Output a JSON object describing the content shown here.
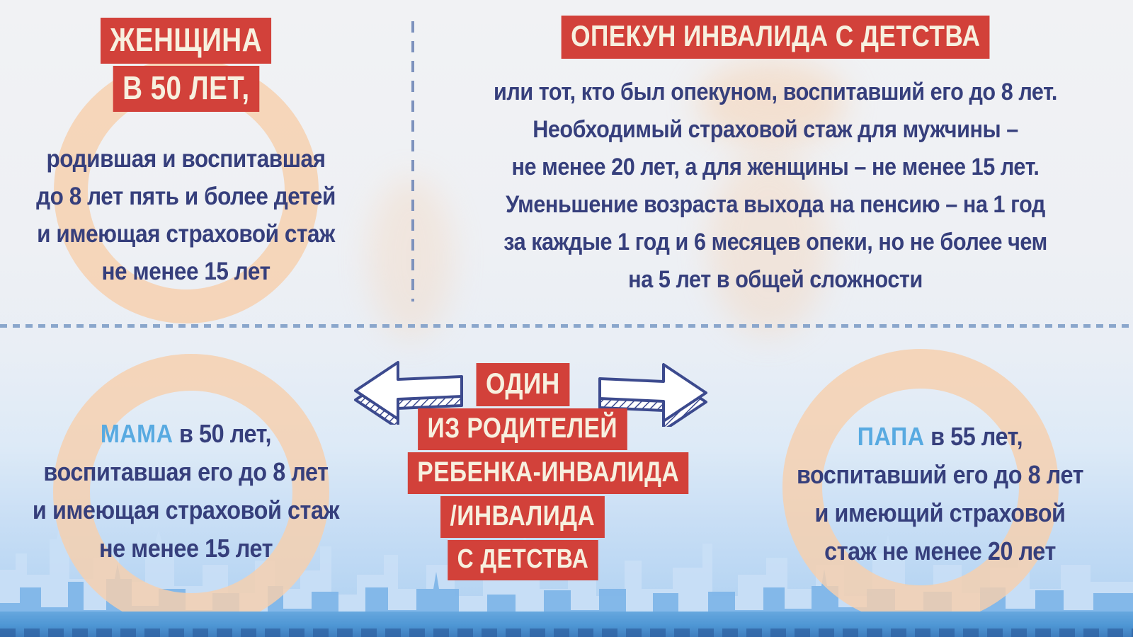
{
  "colors": {
    "badge_red": "#d2413a",
    "badge_text": "#f7f0df",
    "text_dark": "#363f7c",
    "text_light_blue": "#58aae1",
    "ring_peach": "#f6cfad",
    "arrow_outline": "#3c4a8e",
    "divider_blue": "#7d92bd",
    "skyline_blue": "#7fb5e8"
  },
  "top_left": {
    "badge_line1": "ЖЕНЩИНА",
    "badge_line2": "В 50 ЛЕТ,",
    "lines": [
      "родившая и воспитавшая",
      "до 8 лет пять и более детей",
      "и имеющая страховой стаж",
      "не менее 15 лет"
    ]
  },
  "top_right": {
    "badge": "ОПЕКУН ИНВАЛИДА С ДЕТСТВА",
    "lines": [
      "или тот, кто был опекуном, воспитавший его до 8 лет.",
      "Необходимый страховой стаж для мужчины –",
      "не менее 20 лет, а для женщины – не менее 15 лет.",
      "Уменьшение возраста выхода на пенсию – на 1 год",
      "за каждые 1 год и 6 месяцев опеки, но не более чем",
      "на 5 лет в общей сложности"
    ]
  },
  "center": {
    "badges": [
      "ОДИН",
      "ИЗ РОДИТЕЛЕЙ",
      "РЕБЕНКА-ИНВАЛИДА",
      "/ИНВАЛИДА",
      "С ДЕТСТВА"
    ]
  },
  "bottom_left": {
    "highlight": "МАМА",
    "line1_rest": " в 50 лет,",
    "lines": [
      "воспитавшая его до 8 лет",
      "и имеющая страховой стаж",
      "не менее 15 лет"
    ]
  },
  "bottom_right": {
    "highlight": "ПАПА",
    "line1_rest": " в 55 лет,",
    "lines": [
      "воспитавший его до 8 лет",
      "и имеющий страховой",
      "стаж не менее 20 лет"
    ]
  }
}
